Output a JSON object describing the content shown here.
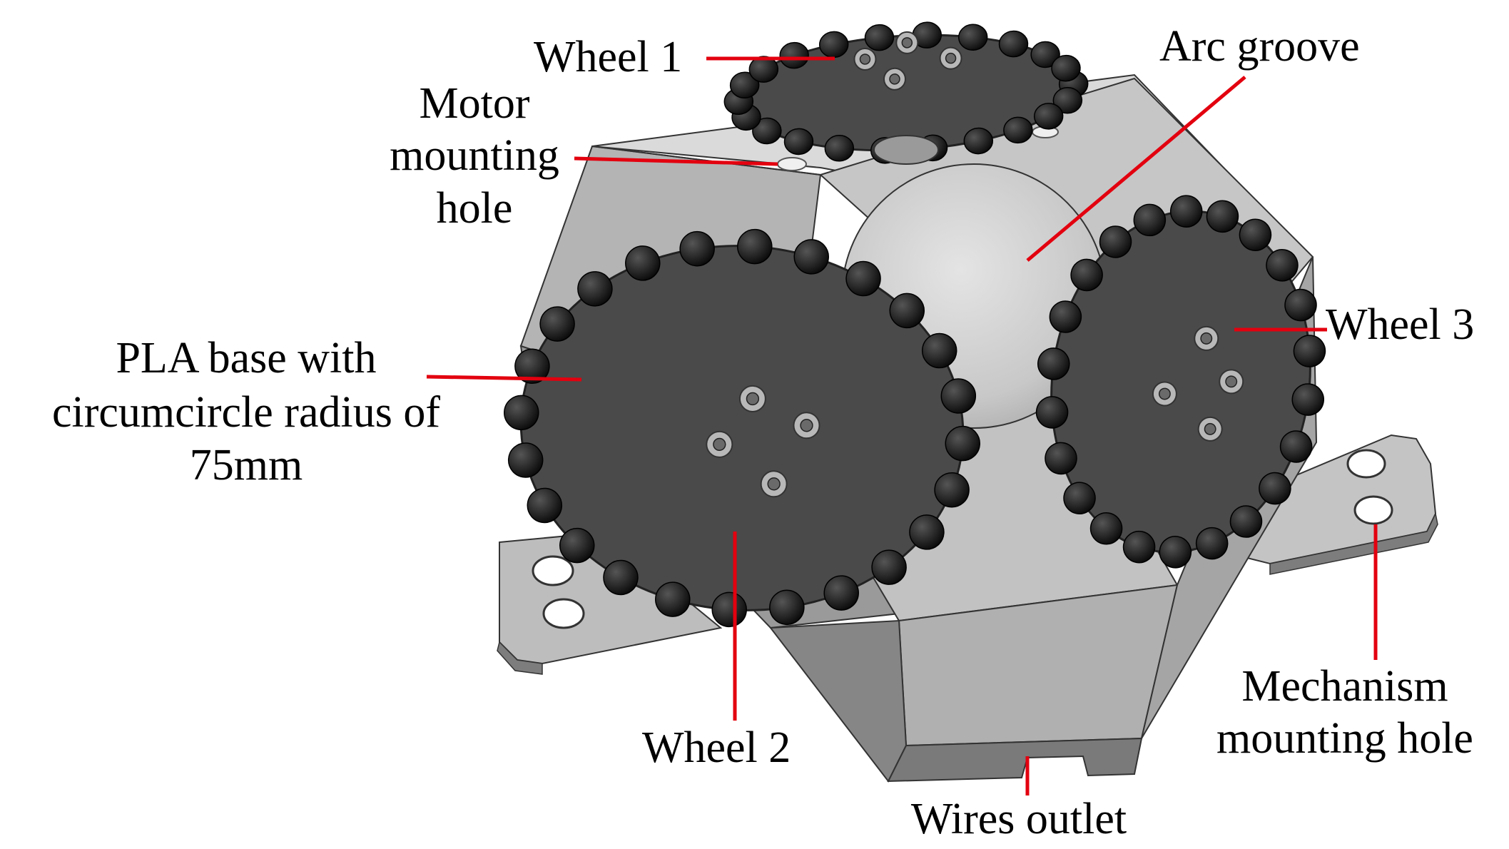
{
  "labels": {
    "wheel1": "Wheel 1",
    "wheel2": "Wheel 2",
    "wheel3": "Wheel 3",
    "arc_groove": "Arc groove",
    "motor_hole_line1": "Motor",
    "motor_hole_line2": "mounting",
    "motor_hole_line3": "hole",
    "base_line1": "PLA base with",
    "base_line2": "circumcircle radius of",
    "base_line3": "75mm",
    "mech_hole_line1": "Mechanism",
    "mech_hole_line2": "mounting hole",
    "wires_outlet": "Wires outlet"
  },
  "colors": {
    "leader_line": "#e3000f",
    "wheel_body": "#4a4a4a",
    "roller": "#111111",
    "base_light": "#d2d2d2",
    "base_mid": "#b9b9b9",
    "base_dark": "#8f8f8f",
    "text": "#000000"
  },
  "wheel_rollers": {
    "wheel1": 22,
    "wheel2": 24,
    "wheel3": 22
  }
}
